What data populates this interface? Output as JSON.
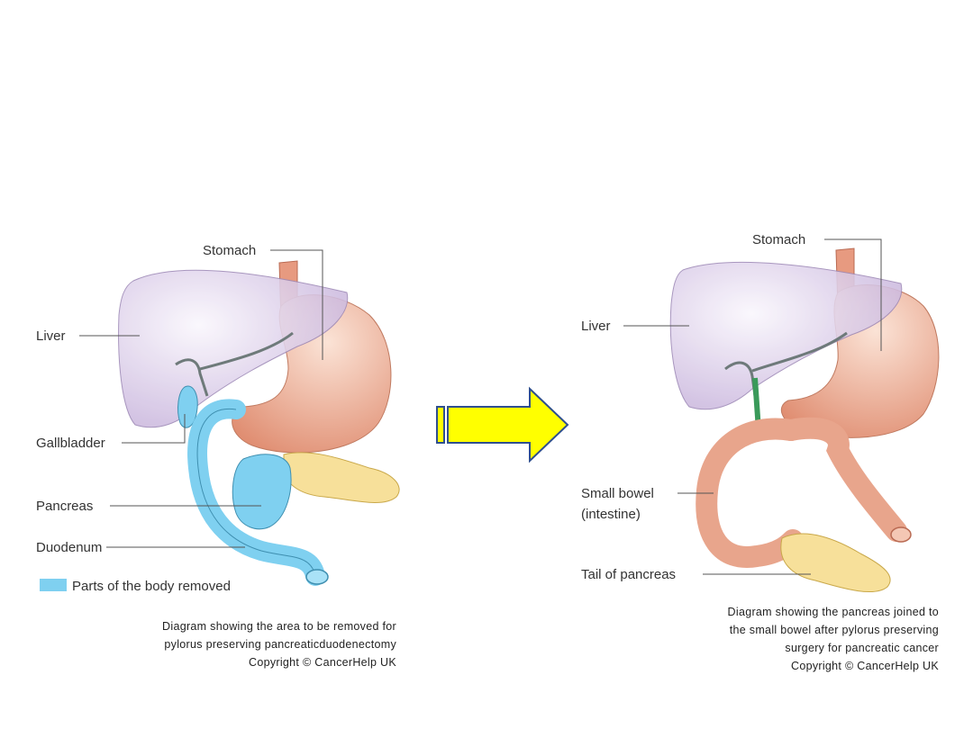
{
  "left_diagram": {
    "labels": {
      "stomach": "Stomach",
      "liver": "Liver",
      "gallbladder": "Gallbladder",
      "pancreas": "Pancreas",
      "duodenum": "Duodenum"
    },
    "legend": {
      "text": "Parts of the body removed",
      "color": "#7fd0f0"
    },
    "caption": [
      "Diagram showing the area to be removed for",
      "pylorus preserving pancreaticduodenectomy",
      "Copyright © CancerHelp UK"
    ]
  },
  "right_diagram": {
    "labels": {
      "stomach": "Stomach",
      "liver": "Liver",
      "small_bowel_1": "Small bowel",
      "small_bowel_2": "(intestine)",
      "tail_of_pancreas": "Tail of pancreas"
    },
    "caption": [
      "Diagram showing the pancreas joined to",
      "the small bowel after pylorus preserving",
      "surgery for pancreatic cancer",
      "Copyright © CancerHelp UK"
    ]
  },
  "colors": {
    "liver": "#ddd0ea",
    "stomach": "#eaa88e",
    "removed": "#7fd0f0",
    "pancreas": "#f7e09a",
    "bowel": "#e8a58c",
    "arrow": "#ffff00",
    "arrow_outline": "#2f4f8f"
  }
}
